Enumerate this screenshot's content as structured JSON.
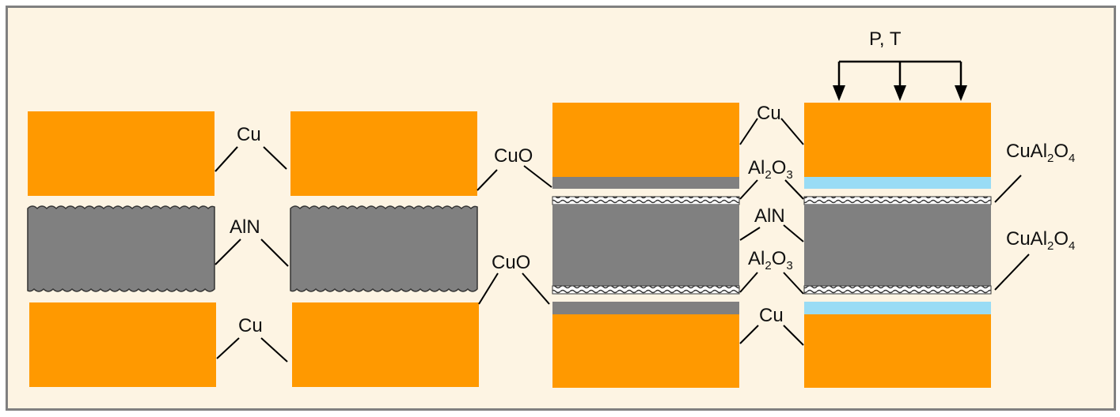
{
  "colors": {
    "copper": "#ff9900",
    "aln": "#808080",
    "oxide_layer": "#808080",
    "spinel_layer": "#99dcf5",
    "background": "#fdf4e3",
    "border": "#808080",
    "line": "#000000"
  },
  "labels": {
    "stage1": {
      "top_cu": "Cu",
      "aln": "AlN",
      "bottom_cu": "Cu"
    },
    "stage2": {
      "cuo_top": "CuO",
      "cuo_bottom": "CuO"
    },
    "stage3": {
      "cu_top": "Cu",
      "al2o3_top": {
        "base": "Al",
        "sub1": "2",
        "mid": "O",
        "sub2": "3"
      },
      "aln": "AlN",
      "al2o3_bottom": {
        "base": "Al",
        "sub1": "2",
        "mid": "O",
        "sub2": "3"
      },
      "cu_bottom": "Cu"
    },
    "stage4": {
      "process": "P, T",
      "cual2o4_top": {
        "base": "CuAl",
        "sub1": "2",
        "mid": "O",
        "sub2": "4"
      },
      "cual2o4_bottom": {
        "base": "CuAl",
        "sub1": "2",
        "mid": "O",
        "sub2": "4"
      }
    }
  }
}
